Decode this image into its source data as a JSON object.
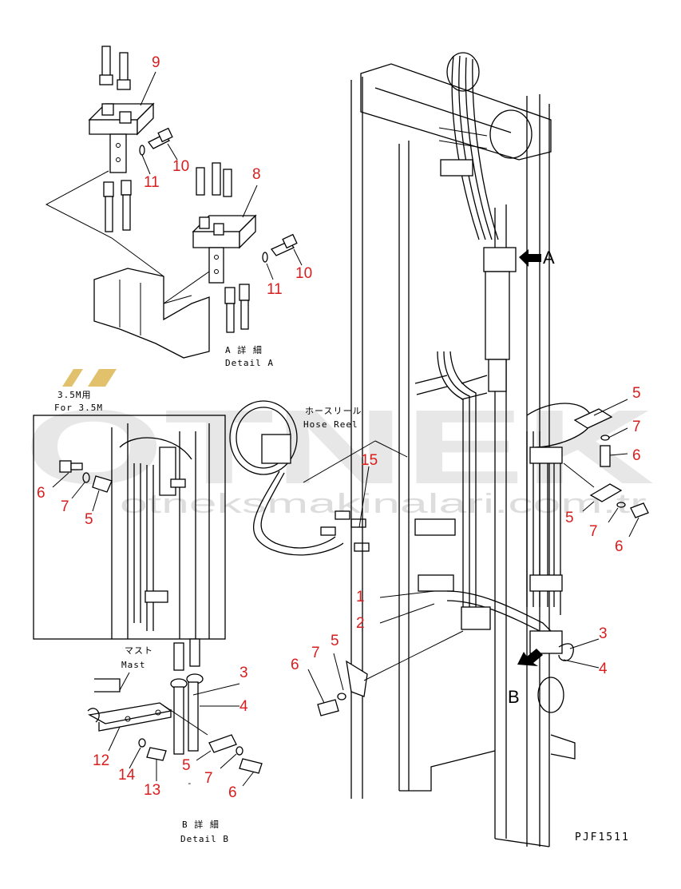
{
  "callouts": {
    "n9": "9",
    "n10_top": "10",
    "n11_top": "11",
    "n8": "8",
    "n10_mid": "10",
    "n11_mid": "11",
    "n5_r1": "5",
    "n7_r1": "7",
    "n6_r1": "6",
    "n5_r2": "5",
    "n7_r2": "7",
    "n6_r2": "6",
    "n15": "15",
    "n1": "1",
    "n2": "2",
    "n6_inset": "6",
    "n7_inset": "7",
    "n5_inset": "5",
    "n3_r": "3",
    "n4_r": "4",
    "n6_c": "6",
    "n7_c": "7",
    "n5_c": "5",
    "n3_b": "3",
    "n4_b": "4",
    "n12": "12",
    "n14": "14",
    "n13": "13",
    "n5_b": "5",
    "n7_b": "7",
    "n6_b": "6"
  },
  "view_letters": {
    "a": "A",
    "b": "B"
  },
  "captions": {
    "detail_a_jp": "A 詳 細",
    "detail_a_en": "Detail A",
    "inset_jp": "3.5M用",
    "inset_en": "For 3.5M",
    "hose_reel_jp": "ホースリール",
    "hose_reel_en": "Hose Reel",
    "mast_jp": "マスト",
    "mast_en": "Mast",
    "detail_b_jp": "B 詳 細",
    "detail_b_en": "Detail B",
    "part_code": "PJF1511",
    "dash": "-"
  },
  "watermark": {
    "brand": "OTNEK",
    "url": "otneksmakinalari.com.tr",
    "color": "#d4a72c"
  },
  "colors": {
    "callout": "#d81e1e",
    "line": "#000000"
  }
}
